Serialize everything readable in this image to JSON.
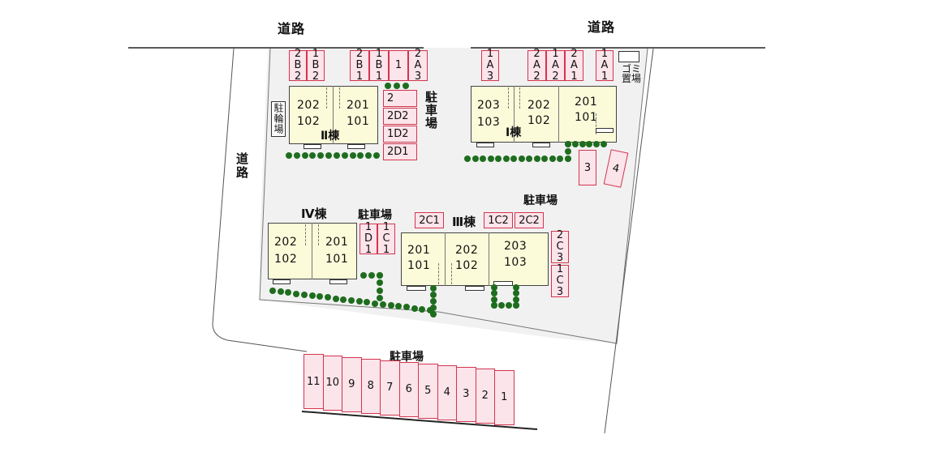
{
  "roads": {
    "top_left": "道路",
    "top_right": "道路",
    "left": "道路"
  },
  "buildings": {
    "II": {
      "name": "Ⅱ棟",
      "units": [
        "202",
        "201",
        "102",
        "101"
      ]
    },
    "I": {
      "name": "Ⅰ棟",
      "units": [
        "203",
        "202",
        "201",
        "103",
        "102",
        "101"
      ]
    },
    "IV": {
      "name": "Ⅳ棟",
      "units": [
        "202",
        "201",
        "102",
        "101"
      ]
    },
    "III": {
      "name": "Ⅲ棟",
      "units": [
        "201",
        "202",
        "203",
        "101",
        "102",
        "103"
      ]
    }
  },
  "facilities": {
    "bicycle_parking": "駐輪場",
    "garbage": "ゴミ置場"
  },
  "parking_labels": {
    "east_of_II": "駐車場",
    "east": "駐車場",
    "center": "駐車場",
    "south": "駐車場"
  },
  "parking": {
    "top_B": [
      [
        "2",
        "B",
        "2"
      ],
      [
        "1",
        "B",
        "2"
      ]
    ],
    "top_B1": [
      [
        "2",
        "B",
        "1"
      ],
      [
        "1",
        "B",
        "1"
      ],
      [
        "1"
      ],
      [
        "2",
        "A",
        "3"
      ]
    ],
    "top_A3": [
      [
        "1",
        "A",
        "3"
      ]
    ],
    "top_A": [
      [
        "2",
        "A",
        "2"
      ],
      [
        "1",
        "A",
        "2"
      ],
      [
        "2",
        "A",
        "1"
      ]
    ],
    "top_A1": [
      [
        "1",
        "A",
        "1"
      ]
    ],
    "stack_II": [
      "2",
      "2D2",
      "1D2",
      "2D1"
    ],
    "I_side": [
      "3",
      "4"
    ],
    "center_D": [
      [
        "1",
        "D",
        "1"
      ],
      [
        "1",
        "C",
        "1"
      ]
    ],
    "row_C": [
      "2C1",
      "1C2",
      "2C2"
    ],
    "right_C": [
      [
        "2",
        "C",
        "3"
      ],
      [
        "1",
        "C",
        "3"
      ]
    ],
    "south_row": [
      "11",
      "10",
      "9",
      "8",
      "7",
      "6",
      "5",
      "4",
      "3",
      "2",
      "1"
    ]
  }
}
